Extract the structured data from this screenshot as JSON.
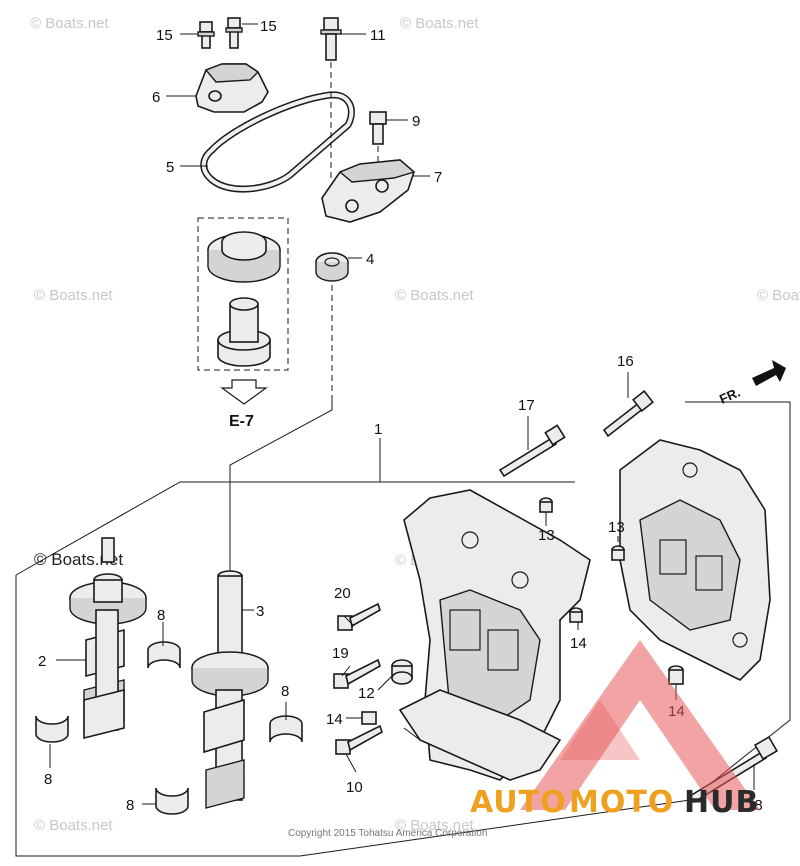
{
  "watermarks": [
    "© Boats.net",
    "© Boats.net",
    "© Boats.net",
    "© Boats.net",
    "© Boats.net",
    "© Boats.net",
    "© Boats.net",
    "© Boats.net",
    "© Boats.net"
  ],
  "reference_label": "E-7",
  "front_marker": "FR.",
  "copyright": "Copyright 2015 Tohatsu America Corporation",
  "brand": {
    "part1": "AUTO",
    "part2": "MOTO",
    "part3": "HUB",
    "color_red": "#d9534f",
    "color_orange": "#f0a020",
    "color_dark": "#2b2b2b"
  },
  "callouts": [
    "15",
    "15",
    "11",
    "6",
    "9",
    "5",
    "7",
    "4",
    "16",
    "17",
    "1",
    "13",
    "13",
    "3",
    "2",
    "8",
    "8",
    "8",
    "8",
    "20",
    "19",
    "12",
    "14",
    "14",
    "14",
    "10",
    "18"
  ]
}
